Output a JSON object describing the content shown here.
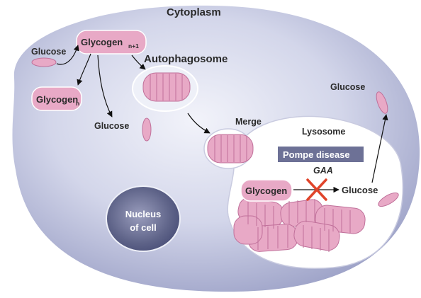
{
  "labels": {
    "cytoplasm": "Cytoplasm",
    "glycogen_n1_main": "Glycogen",
    "glycogen_n1_sub": "n+1",
    "glucose_left": "Glucose",
    "glycogen_n_main": "Glycogen",
    "glycogen_n_sub": "n",
    "glucose_mid": "Glucose",
    "autophagosome": "Autophagosome",
    "merge": "Merge",
    "lysosome": "Lysosome",
    "glucose_right_top": "Glucose",
    "pompe_disease": "Pompe disease",
    "gaa": "GAA",
    "glycogen_lyso": "Glycogen",
    "glucose_lyso": "Glucose",
    "nucleus_line1": "Nucleus",
    "nucleus_line2": "of cell"
  },
  "colors": {
    "cell_fill": "#b8bdd9",
    "glycogen_pink": "#e8a9c6",
    "glycogen_stroke": "#c0709a",
    "pompe_box": "#6d7196",
    "block_cross": "#e0442a",
    "nucleus": "#5f6489"
  }
}
